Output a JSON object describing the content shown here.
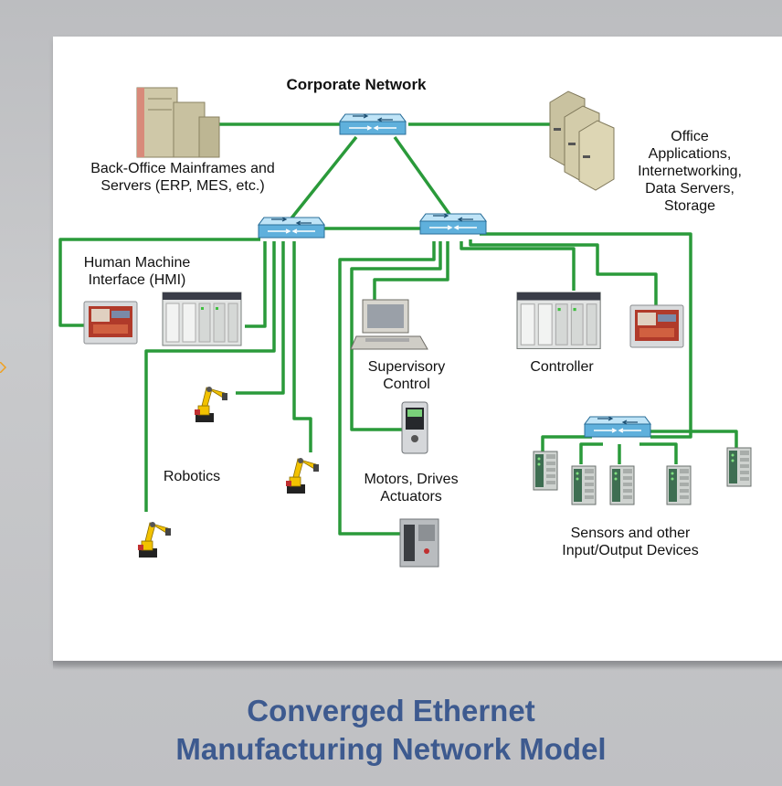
{
  "title": {
    "line1": "Converged Ethernet",
    "line2": "Manufacturing Network Model"
  },
  "labels": {
    "corporate_network": "Corporate Network",
    "back_office_line1": "Back-Office Mainframes and",
    "back_office_line2": "Servers (ERP, MES, etc.)",
    "office_line1": "Office",
    "office_line2": "Applications,",
    "office_line3": "Internetworking,",
    "office_line4": "Data Servers,",
    "office_line5": "Storage",
    "hmi_line1": "Human Machine",
    "hmi_line2": "Interface (HMI)",
    "supervisory_line1": "Supervisory",
    "supervisory_line2": "Control",
    "controller": "Controller",
    "robotics": "Robotics",
    "motors_line1": "Motors, Drives",
    "motors_line2": "Actuators",
    "sensors_line1": "Sensors and other",
    "sensors_line2": "Input/Output Devices"
  },
  "icons": {
    "switch": "network-switch-icon",
    "mainframe": "mainframe-server-icon",
    "office_servers": "tower-server-icon",
    "hmi": "hmi-panel-icon",
    "plc": "plc-rack-icon",
    "workstation": "computer-terminal-icon",
    "robot": "robot-arm-icon",
    "drive": "motor-drive-icon",
    "io_module": "io-module-icon"
  },
  "colors": {
    "link": "#2a9a3a",
    "switch": "#5fb0dc",
    "title": "#3d5a8f",
    "robot": "#f2c200"
  }
}
